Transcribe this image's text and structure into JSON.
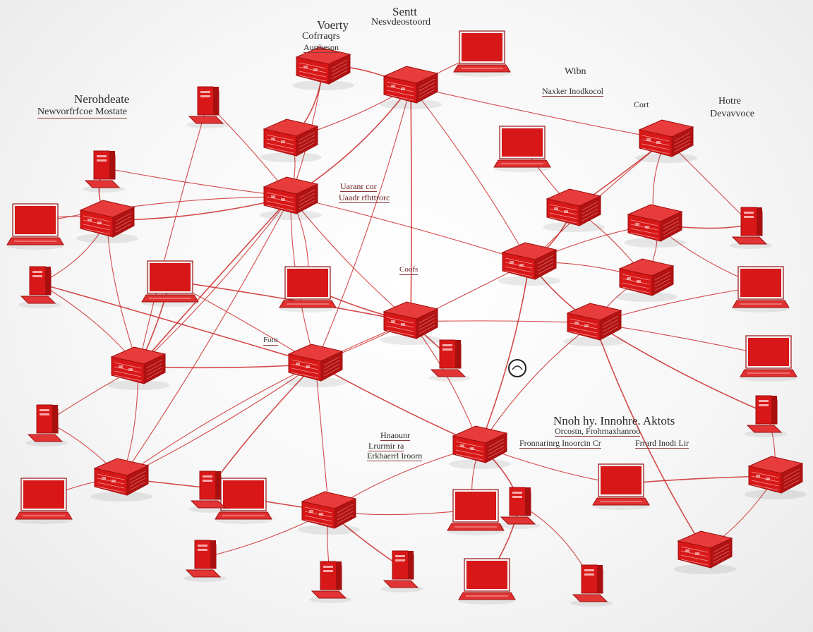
{
  "colors": {
    "accent": "#d81818",
    "accent_dark": "#9e0f0f",
    "wire": "#cc2a2a",
    "text": "#2b2b2b"
  },
  "labels": {
    "top_center": "Sentt",
    "top_center_sub": "Nesvdeostoord",
    "top_left_1": "Voerty",
    "top_left_2": "Cofrraqrs",
    "top_left_3": "Aurtheson",
    "left_title": "Nerohdeate",
    "left_sub": "Newvorfrfcoe Mostate",
    "right_top_1": "Wibn",
    "right_top_2": "Naxker Inodkocol",
    "right_top_3": "Cort",
    "right_top_4": "Hotre",
    "right_top_5": "Devavvoce",
    "center_tag_1": "Uaranr cor",
    "center_tag_2": "Uaadr rfhttrorc",
    "center_tag_3": "Coofs",
    "center_tag_4": "Forn",
    "right_mid_1": "Nnoh hy. Innohre. Aktots",
    "right_mid_2": "Orcostn, Frohrnaxhanroo",
    "right_mid_3": "Fronnarinrg Inoorcin Cr",
    "right_mid_4": "Frrard Inodt Lir",
    "bottom_mid_1": "Hnaounr",
    "bottom_mid_2": "Lrurmir ra",
    "bottom_mid_3": "Erkhaerrl Iroorn"
  },
  "icons": {
    "hub": "server-rack-icon",
    "laptop": "laptop-icon",
    "tower": "tower-pc-icon",
    "node": "network-node-icon"
  }
}
